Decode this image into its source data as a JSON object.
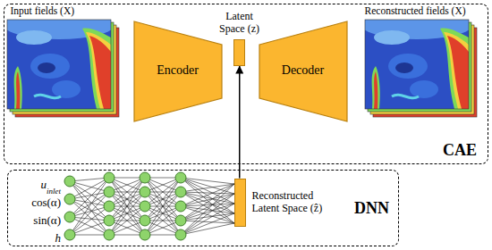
{
  "diagram": {
    "nodes": [
      {
        "text": [
          "CAE"
        ]
      },
      {
        "text": [
          "Input fields (X)"
        ],
        "in": 0
      },
      {
        "text": [
          "Encoder"
        ],
        "in": 0
      },
      {
        "text": [
          "Latent Space (z)"
        ],
        "in": 0
      },
      {
        "text": [
          "Decoder"
        ],
        "in": 0
      },
      {
        "text": [
          "Reconstructed fields (X)"
        ],
        "in": 0
      },
      {
        "text": [
          "DNN"
        ]
      },
      {
        "text": [
          "Reconstructed Latent Space (ẑ)"
        ],
        "in": 6
      }
    ],
    "edges": [
      {
        "from": 7,
        "to": 3,
        "arrow": "to"
      }
    ],
    "labels": [
      "u",
      "inlet",
      "cos(α)",
      "sin(α)",
      "h"
    ]
  }
}
